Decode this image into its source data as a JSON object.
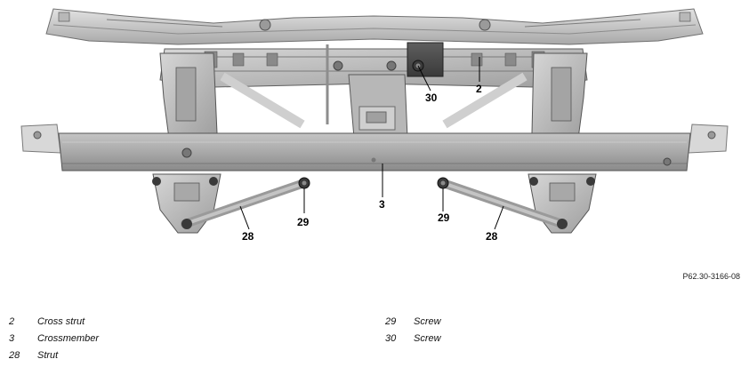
{
  "figure": {
    "reference": "P62.30-3166-08",
    "callouts": {
      "c2": "2",
      "c3": "3",
      "c28a": "28",
      "c28b": "28",
      "c29a": "29",
      "c29b": "29",
      "c30": "30"
    }
  },
  "legend": {
    "left": [
      {
        "num": "2",
        "label": "Cross strut"
      },
      {
        "num": "3",
        "label": "Crossmember"
      },
      {
        "num": "28",
        "label": "Strut"
      }
    ],
    "right": [
      {
        "num": "29",
        "label": "Screw"
      },
      {
        "num": "30",
        "label": "Screw"
      }
    ]
  }
}
